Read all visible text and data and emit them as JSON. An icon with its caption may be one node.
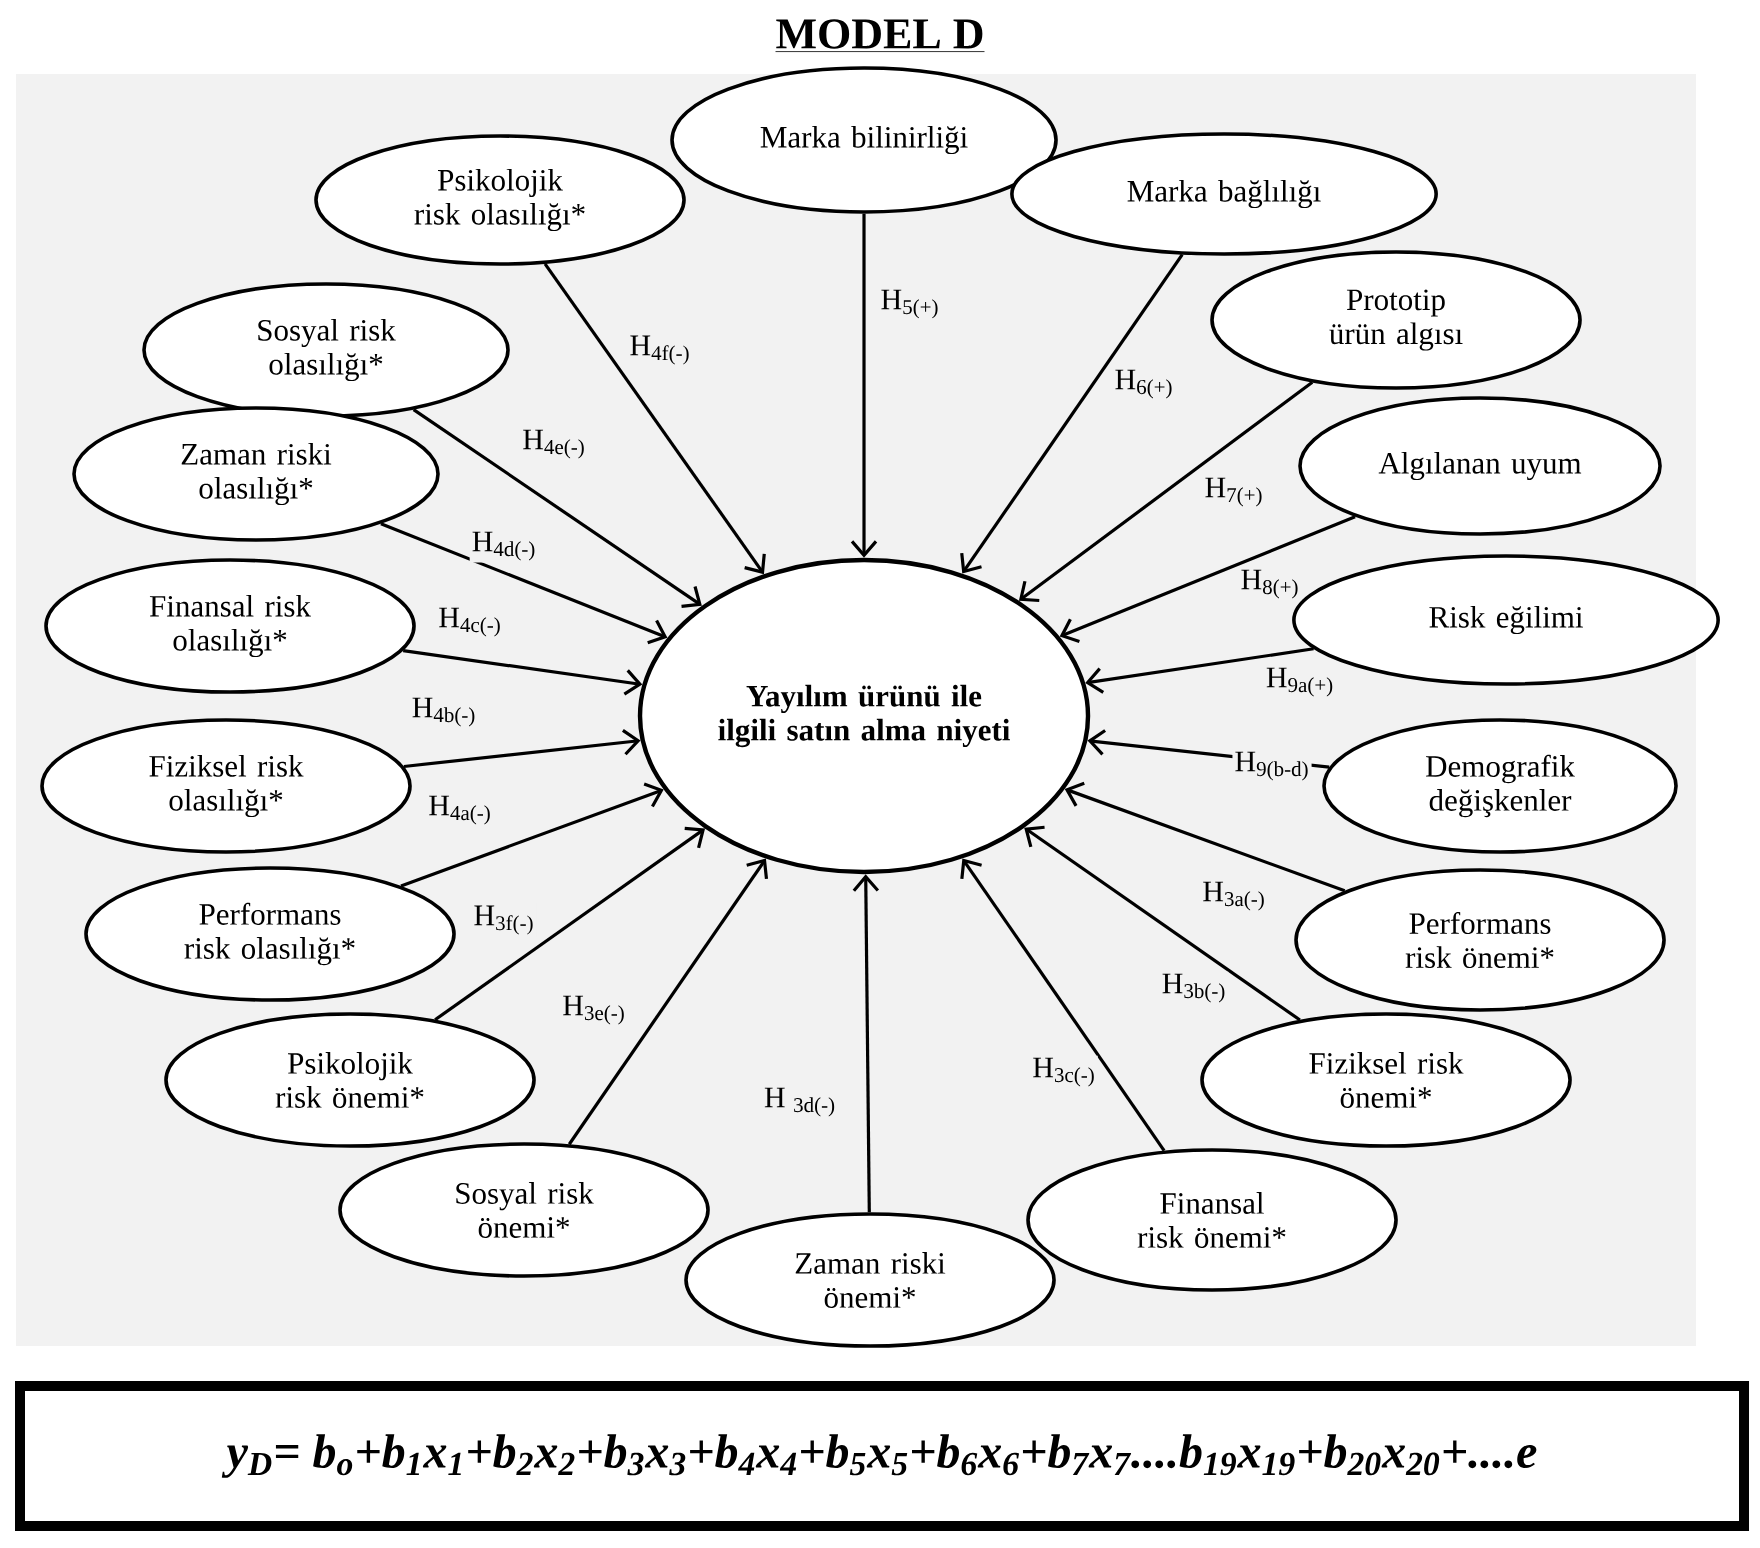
{
  "diagram": {
    "title": "MODEL D",
    "nodes": [
      {
        "text": [
          "Yayılım ürünü ile ilgili satın alma niyeti"
        ]
      },
      {
        "text": [
          "Psikolojik risk olasılığı*"
        ]
      },
      {
        "text": [
          "Marka bilinirliği"
        ]
      },
      {
        "text": [
          "Marka bağlılığı"
        ]
      },
      {
        "text": [
          "Sosyal risk olasılığı*"
        ]
      },
      {
        "text": [
          "Prototip ürün algısı"
        ]
      },
      {
        "text": [
          "Zaman riski olasılığı*"
        ]
      },
      {
        "text": [
          "Algılanan uyum"
        ]
      },
      {
        "text": [
          "Finansal risk olasılığı*"
        ]
      },
      {
        "text": [
          "Risk eğilimi"
        ]
      },
      {
        "text": [
          "Fiziksel risk olasılığı*"
        ]
      },
      {
        "text": [
          "Demografik değişkenler"
        ]
      },
      {
        "text": [
          "Performans risk olasılığı*"
        ]
      },
      {
        "text": [
          "Performans risk önemi*"
        ]
      },
      {
        "text": [
          "Psikolojik risk önemi*"
        ]
      },
      {
        "text": [
          "Fiziksel risk önemi*"
        ]
      },
      {
        "text": [
          "Sosyal risk önemi*"
        ]
      },
      {
        "text": [
          "Finansal risk önemi*"
        ]
      },
      {
        "text": [
          "Zaman riski önemi*"
        ]
      },
      {
        "text": [
          "y$_{D}$= b$_{o}$+b$_{1}$x$_{1}$+b$_{2}$x$_{2}$+b$_{3}$x$_{3}$+b$_{4}$x$_{4}$+b$_{5}$x$_{5}$+b$_{6}$x$_{6}$+b$_{7}$x$_{7}$....b$_{19}$x$_{19}$+b$_{20}$x$_{20}$+....e"
        ]
      }
    ],
    "edges": [
      {
        "from": 1,
        "to": 0,
        "arrow": "to",
        "label": "H$_{4f(-)}$"
      },
      {
        "from": 2,
        "to": 0,
        "arrow": "to",
        "label": "H$_{5(+)}$"
      },
      {
        "from": 3,
        "to": 0,
        "arrow": "to",
        "label": "H$_{6(+)}$"
      },
      {
        "from": 4,
        "to": 0,
        "arrow": "to",
        "label": "H$_{4e(-)}$"
      },
      {
        "from": 5,
        "to": 0,
        "arrow": "to",
        "label": "H$_{7(+)}$"
      },
      {
        "from": 6,
        "to": 0,
        "arrow": "to",
        "label": "H$_{4d(-)}$"
      },
      {
        "from": 7,
        "to": 0,
        "arrow": "to",
        "label": "H$_{8(+)}$"
      },
      {
        "from": 8,
        "to": 0,
        "arrow": "to",
        "label": "H$_{4c(-)}$"
      },
      {
        "from": 9,
        "to": 0,
        "arrow": "to",
        "label": "H$_{9a(+)}$"
      },
      {
        "from": 10,
        "to": 0,
        "arrow": "to",
        "label": "H$_{4b(-)}$"
      },
      {
        "from": 11,
        "to": 0,
        "arrow": "to",
        "label": "H$_{9(b-d)}$"
      },
      {
        "from": 12,
        "to": 0,
        "arrow": "to",
        "label": "H$_{4a(-)}$"
      },
      {
        "from": 13,
        "to": 0,
        "arrow": "to",
        "label": "H$_{3a(-)}$"
      },
      {
        "from": 14,
        "to": 0,
        "arrow": "to",
        "label": "H$_{3f(-)}$"
      },
      {
        "from": 15,
        "to": 0,
        "arrow": "to",
        "label": "H$_{3b(-)}$"
      },
      {
        "from": 16,
        "to": 0,
        "arrow": "to",
        "label": "H$_{3e(-)}$"
      },
      {
        "from": 17,
        "to": 0,
        "arrow": "to",
        "label": "H$_{3c(-)}$"
      },
      {
        "from": 18,
        "to": 0,
        "arrow": "to",
        "label": "H $_{3d(-)}$"
      }
    ]
  }
}
